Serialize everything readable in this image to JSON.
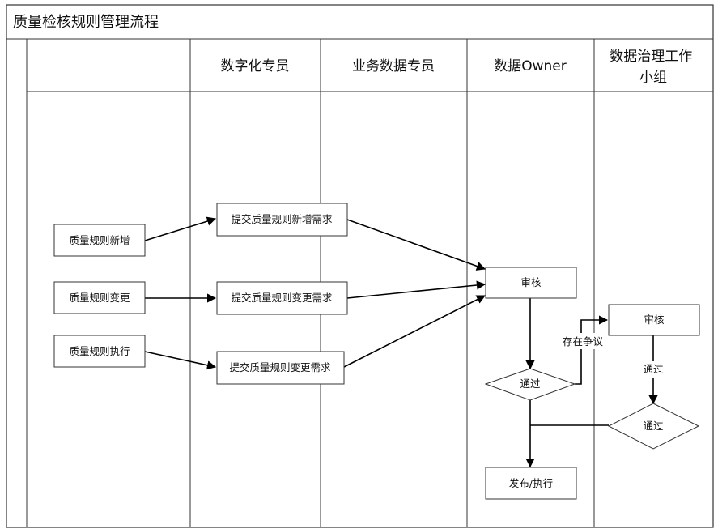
{
  "title": "质量检核规则管理流程",
  "lanes": [
    {
      "key": "source",
      "label": ""
    },
    {
      "key": "digital",
      "label": "数字化专员"
    },
    {
      "key": "business",
      "label": "业务数据专员"
    },
    {
      "key": "owner",
      "label": "数据Owner"
    },
    {
      "key": "governance",
      "label": "数据治理工作小组"
    }
  ],
  "nodes": {
    "new": "质量规则新增",
    "change": "质量规则变更",
    "execute": "质量规则执行",
    "submit_new": "提交质量规则新增需求",
    "submit_change": "提交质量规则变更需求",
    "submit_change2": "提交质量规则变更需求",
    "owner_review": "审核",
    "owner_pass": "通过",
    "publish": "发布/执行",
    "gov_review": "审核",
    "gov_pass": "通过"
  },
  "edge_labels": {
    "dispute": "存在争议",
    "gov_pass_label": "通过"
  }
}
